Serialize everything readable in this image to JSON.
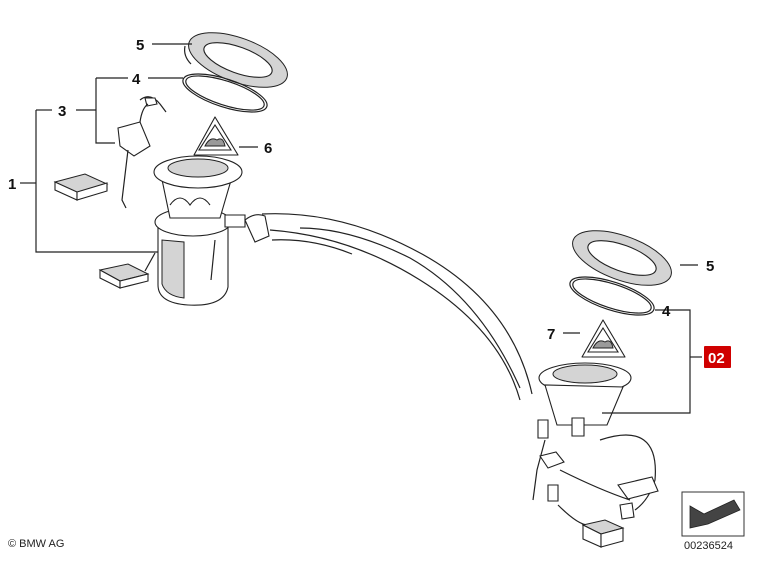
{
  "diagram": {
    "copyright": "© BMW AG",
    "drawing_number": "00236524",
    "highlight_color": "#d00000",
    "callouts": [
      {
        "id": "c1",
        "label": "1"
      },
      {
        "id": "c2",
        "label": "02",
        "highlighted": true
      },
      {
        "id": "c3",
        "label": "3"
      },
      {
        "id": "c4a",
        "label": "4"
      },
      {
        "id": "c4b",
        "label": "4"
      },
      {
        "id": "c5a",
        "label": "5"
      },
      {
        "id": "c5b",
        "label": "5"
      },
      {
        "id": "c6",
        "label": "6"
      },
      {
        "id": "c7",
        "label": "7"
      }
    ]
  }
}
